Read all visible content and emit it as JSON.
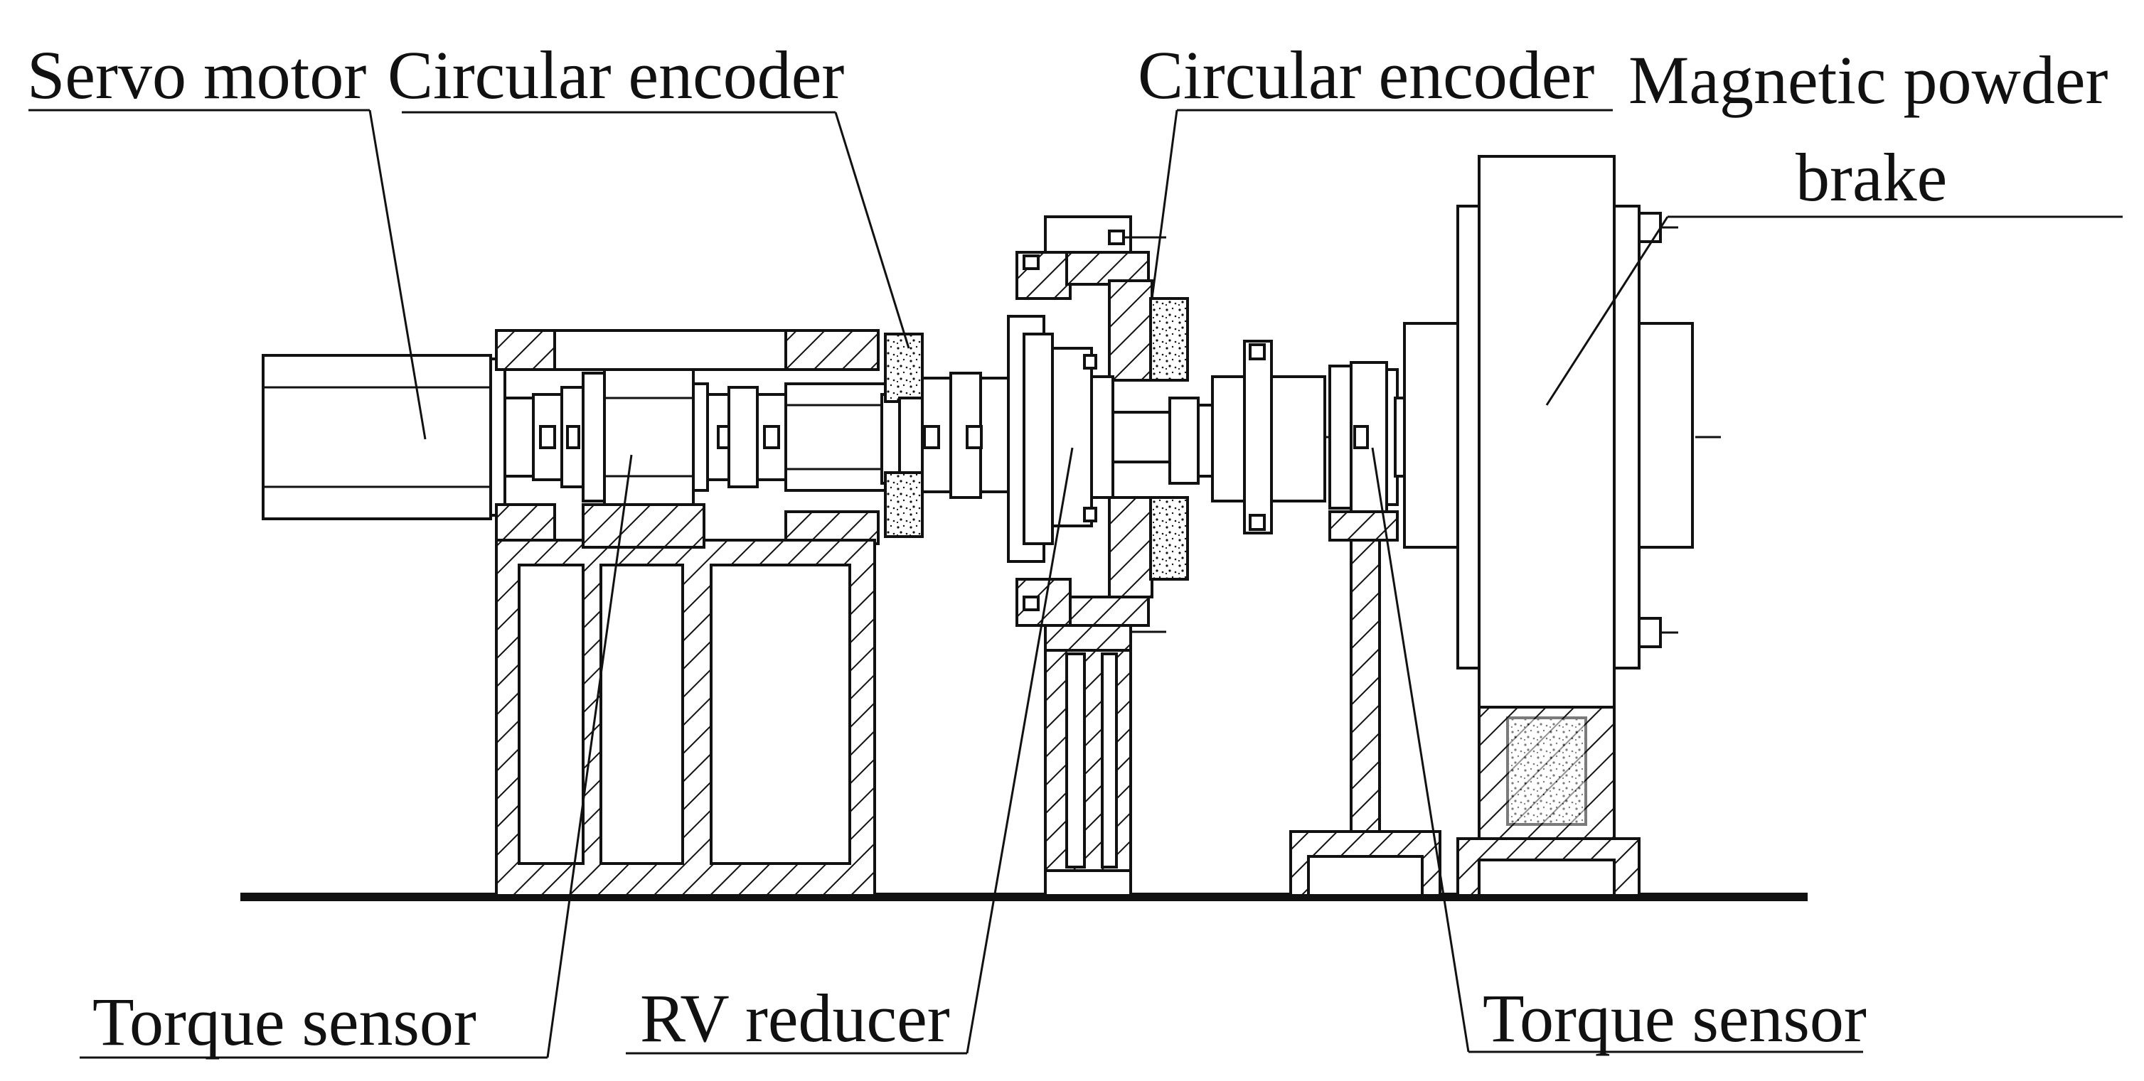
{
  "labels": {
    "servo_motor": "Servo motor",
    "circular_encoder_left": "Circular encoder",
    "circular_encoder_right": "Circular encoder",
    "brake_line1": "Magnetic powder",
    "brake_line2": "brake",
    "torque_sensor_left": "Torque sensor",
    "rv_reducer": "RV reducer",
    "torque_sensor_right": "Torque sensor"
  },
  "colors": {
    "ink": "#111111",
    "background": "#ffffff"
  }
}
